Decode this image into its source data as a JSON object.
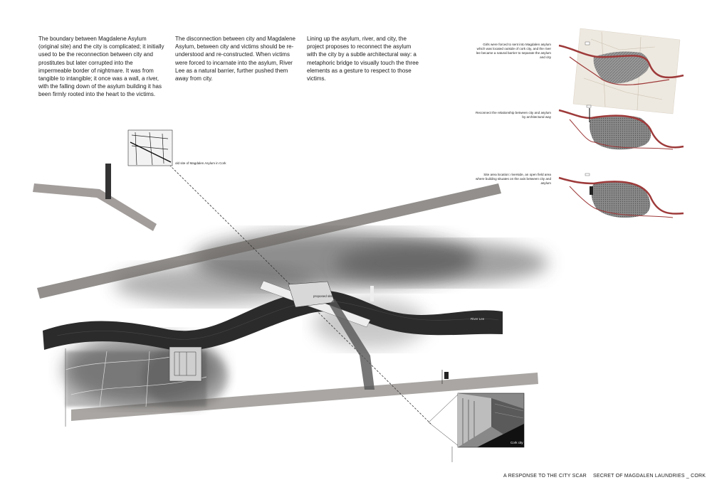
{
  "intro": {
    "p1": "The boundary between Magdalene Asylum (original site) and the city is complicated; it initially used to be the reconnection between city and prostitutes but later corrupted into the impermeable border of nightmare. It was from tangible to intangible; it once was a wall, a river, with the falling down of the asylum building it has been firmly rooted into the heart to the victims.",
    "p2": "The disconnection between city and Magdalene Asylum, between city and victims should be re-understood and re-constructed. When victims were forced to incarnate into the asylum, River Lee as a natural barrier, further pushed them away from city.",
    "p3": "Lining up the asylum, river, and city, the project proposes to reconnect the asylum with the city by a subtle architectural way: a metaphoric bridge to visually touch the three elements as a gesture to respect to those victims."
  },
  "side_notes": {
    "note1": "Girls were forced to sent into Magdalen asylum which was located outside of cork city, and the river lee became a natural barrier to separate the asylum and city",
    "note2": "Reconnect the relationship between city and asylum by architectural way",
    "note3": "Site area location: riverside, an open field area where building situates on the axis between city and asylum"
  },
  "labels": {
    "old_site": "old site of Magdalen Asylum in Cork",
    "proposed_site": "proposed site",
    "river": "River Lee",
    "cork_city": "Cork city"
  },
  "footer": {
    "left": "A RESPONSE TO THE CITY SCAR",
    "right": "SECRET OF MAGDALEN LAUNDRIES _ CORK"
  },
  "colors": {
    "river_outline": "#9e3a3a",
    "river_fill": "#2b2b2b"
  }
}
